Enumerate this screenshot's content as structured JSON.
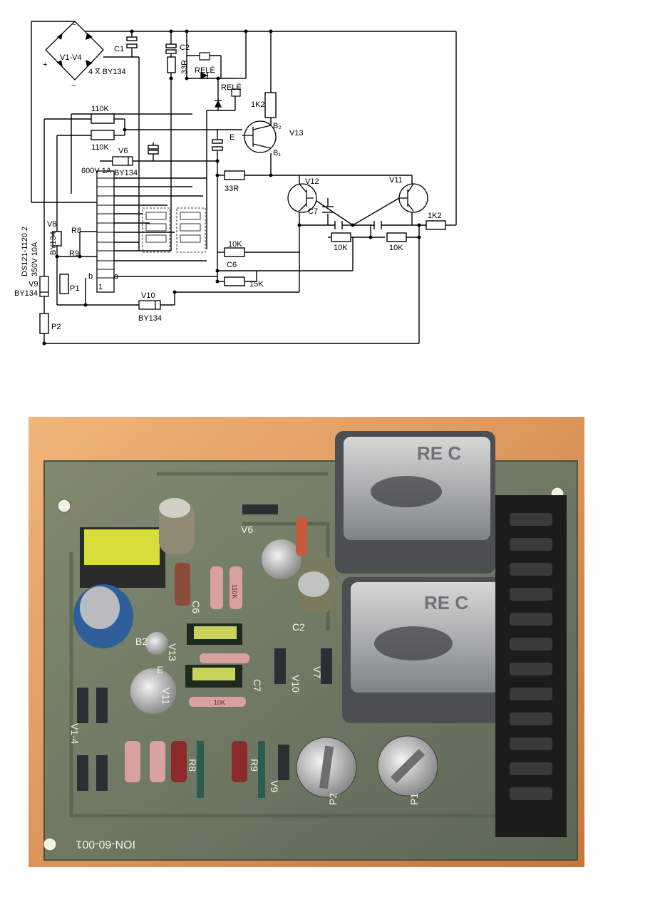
{
  "schematic": {
    "labels": {
      "ac_top": "~",
      "ac_bottom": "~",
      "plus": "+",
      "minus": "−",
      "bridge": "V1-V4",
      "bridge_type": "4 X BY134",
      "c1": "C1",
      "c2": "C2",
      "r_33r_top": "33R",
      "rele1": "RELÉ",
      "rele2": "RELÉ",
      "r_1k2_top": "1K2",
      "b2": "B₂",
      "v13": "V13",
      "b1": "B₁",
      "e": "E",
      "r_110k_1": "110K",
      "r_110k_2": "110K",
      "v6": "V6",
      "v6_type": "BY134",
      "fuse": "600V 1A",
      "r_33r_mid": "33R",
      "v12": "V12",
      "v11": "V11",
      "c7": "C7",
      "r_1k2_right": "1K2",
      "r_10k_left": "10K",
      "r_10k_right": "10K",
      "r_10k_bottom": "10K",
      "c6": "C6",
      "r_15k": "15K",
      "v8": "V8",
      "v8_type": "BY134",
      "r8": "R8",
      "r9": "R9",
      "ds_line1": "DS121-1120.2",
      "ds_line2": "350V 10A",
      "v9": "V9",
      "v9_type": "BY134",
      "p1": "P1",
      "p2": "P2",
      "pin_b": "b",
      "pin_a": "a",
      "pin_1": "1",
      "v10": "V10",
      "v10_type": "BY134"
    }
  },
  "photo": {
    "silkscreen": {
      "v6": "V6",
      "v13": "V13",
      "b2": "B2",
      "e": "E",
      "v11": "V11",
      "c2": "C2",
      "c6": "C6",
      "c7": "C7",
      "v10": "V10",
      "v7": "V7",
      "v1_4": "V1-4",
      "r8": "R8",
      "r9": "R9",
      "v9": "V9",
      "p1": "P1",
      "p2": "P2",
      "r_110k": "110K",
      "r_10k": "10K",
      "relay_brand_1": "RE C",
      "relay_brand_2": "RE C",
      "board_code": "ION-60-001"
    },
    "colors": {
      "board": "#6e7a62",
      "background": "#e8a46a",
      "relay": "#9aa0a4",
      "connector": "#1c1c1c",
      "electrolytic_blue": "#2f5f9a",
      "yellow_part": "#d7de3a",
      "resistor_pink": "#d9a0a0",
      "resistor_red": "#8c2a2a"
    }
  }
}
